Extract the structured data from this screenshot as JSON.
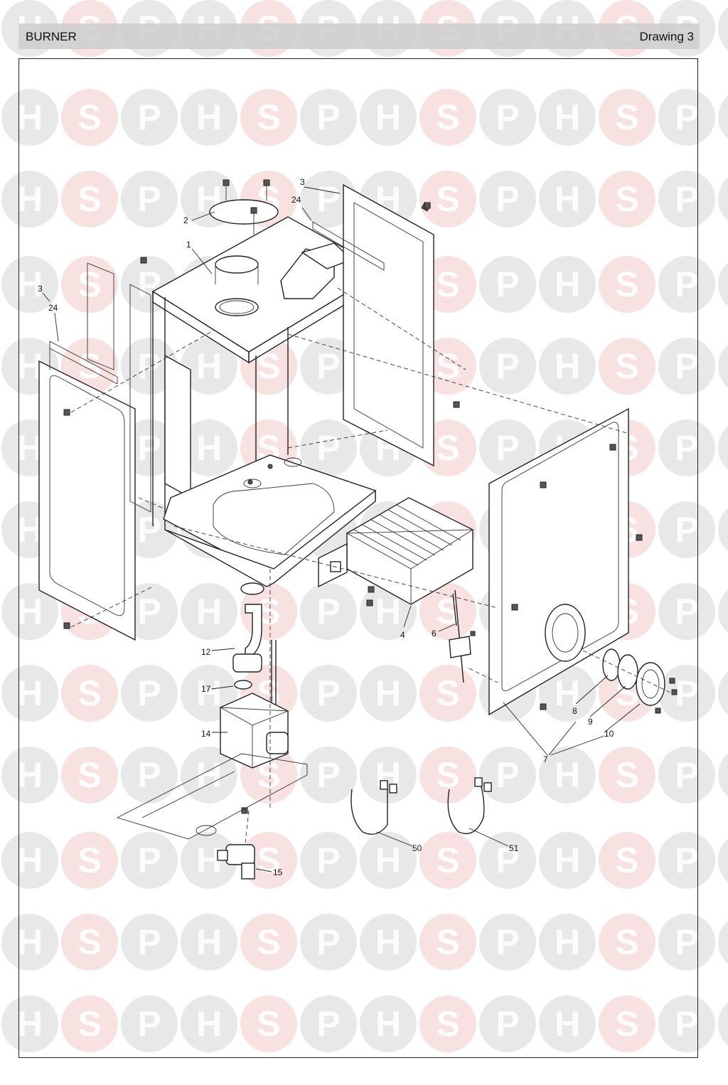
{
  "header": {
    "title": "BURNER",
    "drawing_label": "Drawing 3"
  },
  "watermark": {
    "letters": [
      "H",
      "S",
      "P"
    ],
    "colors": {
      "H": "#d6d6d6",
      "S": "#f0c8c8",
      "P": "#d6d6d6"
    }
  },
  "callouts": [
    {
      "id": "c2",
      "text": "2"
    },
    {
      "id": "c1",
      "text": "1"
    },
    {
      "id": "c3a",
      "text": "3"
    },
    {
      "id": "c24a",
      "text": "24"
    },
    {
      "id": "c3b",
      "text": "3"
    },
    {
      "id": "c24b",
      "text": "24"
    },
    {
      "id": "c4",
      "text": "4"
    },
    {
      "id": "c6",
      "text": "6"
    },
    {
      "id": "c12",
      "text": "12"
    },
    {
      "id": "c17",
      "text": "17"
    },
    {
      "id": "c14",
      "text": "14"
    },
    {
      "id": "c15",
      "text": "15"
    },
    {
      "id": "c8",
      "text": "8"
    },
    {
      "id": "c9",
      "text": "9"
    },
    {
      "id": "c10",
      "text": "10"
    },
    {
      "id": "c7",
      "text": "7"
    },
    {
      "id": "c50",
      "text": "50"
    },
    {
      "id": "c51",
      "text": "51"
    }
  ]
}
